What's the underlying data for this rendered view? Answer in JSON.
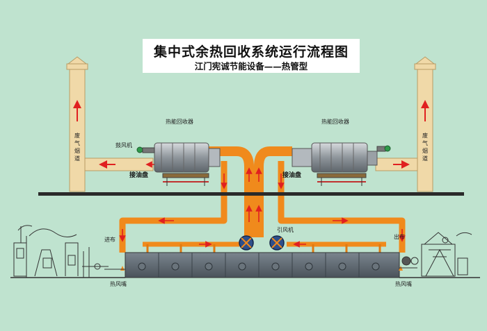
{
  "title": {
    "main": "集中式余热回收系统运行流程图",
    "sub": "江门宪诚节能设备——热管型"
  },
  "labels": {
    "left_recoverer": "热能回收器",
    "right_recoverer": "热能回收器",
    "exhaust_fan": "鼓风机",
    "oil_tray_left": "接油盘",
    "oil_tray_right": "接油盘",
    "exhaust_duct_left": "废气烟道",
    "exhaust_duct_right": "废气烟道",
    "induced_fan": "引风机",
    "cloth_in": "进布",
    "cloth_out": "出布",
    "nozzle_left": "热风嘴",
    "nozzle_right": "热风嘴"
  },
  "colors": {
    "background": "#bfe3cf",
    "duct": "#f0d9a8",
    "hot_pipe": "#f08a1c",
    "arrow": "#e02020",
    "fan": "#2e4f8a",
    "oven": "#55606a",
    "floor": "#2a2a2a"
  }
}
